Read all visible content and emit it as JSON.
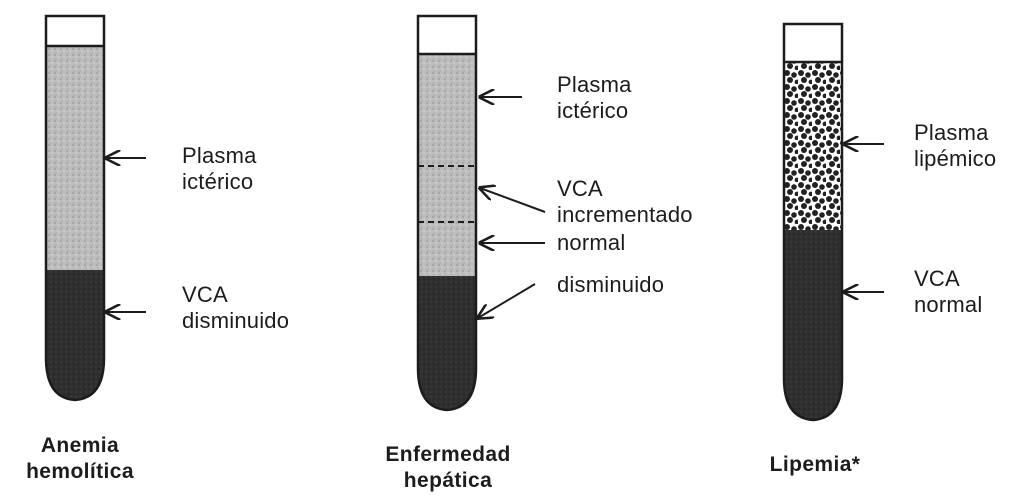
{
  "tubes": [
    {
      "caption_line1": "Anemia",
      "caption_line2": "hemolítica",
      "labels": {
        "plasma_line1": "Plasma",
        "plasma_line2": "ictérico",
        "cells_line1": "VCA",
        "cells_line2": "disminuido"
      }
    },
    {
      "caption_line1": "Enfermedad",
      "caption_line2": "hepática",
      "labels": {
        "plasma_line1": "Plasma",
        "plasma_line2": "ictérico",
        "vca_line1": "VCA",
        "vca_line2": "incrementado",
        "normal": "normal",
        "disminuido": "disminuido"
      }
    },
    {
      "caption_line1": "Lipemia*",
      "labels": {
        "plasma_line1": "Plasma",
        "plasma_line2": "lipémico",
        "cells_line1": "VCA",
        "cells_line2": "normal"
      }
    }
  ],
  "colors": {
    "ink": "#1c1c1c",
    "plasma_icteric": "#b9b9b9",
    "cells_dark": "#2f2f2f",
    "lipid_spots": "#222222",
    "tube_cap": "#ffffff"
  }
}
